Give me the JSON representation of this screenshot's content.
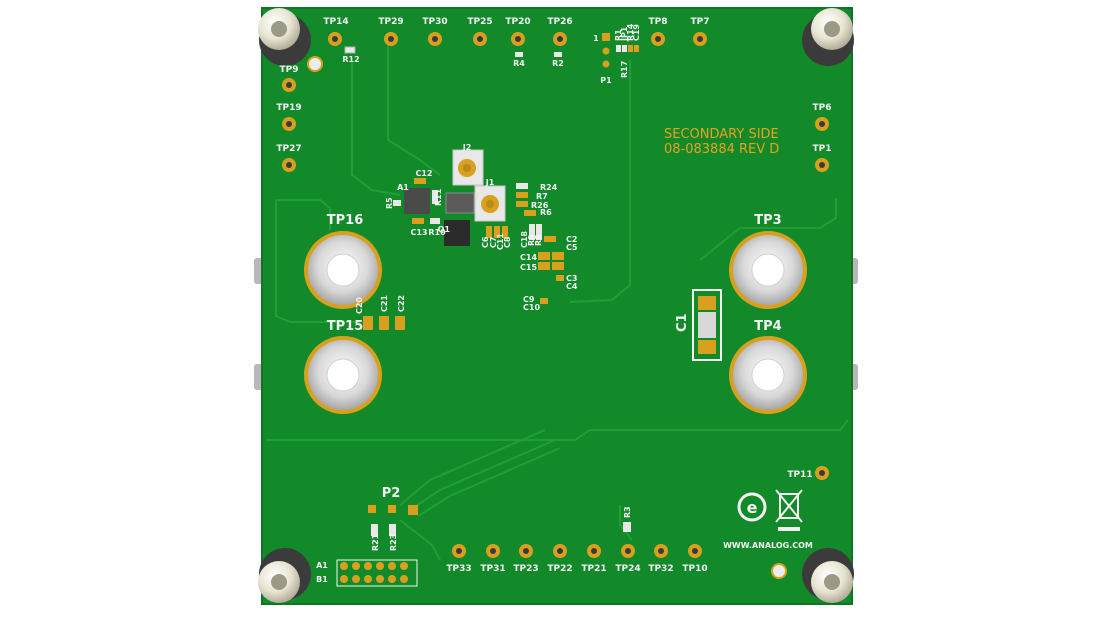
{
  "colors": {
    "board": "#138a2a",
    "board_edge": "#0f7524",
    "trace": "#1fa034",
    "copper": "#d9a020",
    "silk": "#f2f2f2",
    "orange_silk": "#e8a020",
    "pad_dark": "#3a3a3a",
    "metal": "#cfcfcf"
  },
  "board": {
    "text_line1": "SECONDARY SIDE",
    "text_line2": "08-083884 REV D",
    "website": "WWW.ANALOG.COM"
  },
  "test_points": {
    "TP14": "TP14",
    "TP29": "TP29",
    "TP30": "TP30",
    "TP25": "TP25",
    "TP20": "TP20",
    "TP26": "TP26",
    "TP8": "TP8",
    "TP7": "TP7",
    "TP9": "TP9",
    "TP19": "TP19",
    "TP27": "TP27",
    "TP6": "TP6",
    "TP1": "TP1",
    "TP16": "TP16",
    "TP3": "TP3",
    "TP15": "TP15",
    "TP4": "TP4",
    "TP11": "TP11",
    "TP33": "TP33",
    "TP31": "TP31",
    "TP23": "TP23",
    "TP22": "TP22",
    "TP21": "TP21",
    "TP24": "TP24",
    "TP32": "TP32",
    "TP10": "TP10"
  },
  "components": {
    "R12": "R12",
    "R4": "R4",
    "R2": "R2",
    "P1": "P1",
    "P1_pin": "1",
    "R1": "R1",
    "JP1": "JP1",
    "R14": "R14",
    "C19": "C19",
    "R17": "R17",
    "J2": "J2",
    "J1": "J1",
    "A1": "A1",
    "C12": "C12",
    "R5": "R5",
    "R11": "R11",
    "C13": "C13",
    "R10": "R10",
    "Q1": "Q1",
    "R24": "R24",
    "R7": "R7",
    "R26": "R26",
    "R6": "R6",
    "C18": "C18",
    "R9": "R9",
    "R8": "R8",
    "C6": "C6",
    "C7": "C7",
    "C8": "C8",
    "C11": "C11",
    "C2": "C2",
    "C5": "C5",
    "C14": "C14",
    "C15": "C15",
    "C3": "C3",
    "C4": "C4",
    "C9": "C9",
    "C10": "C10",
    "C20": "C20",
    "C21": "C21",
    "C22": "C22",
    "C1": "C1",
    "P2": "P2",
    "R21": "R21",
    "R23": "R23",
    "R3": "R3",
    "A1_row": "A1",
    "B1_row": "B1"
  }
}
